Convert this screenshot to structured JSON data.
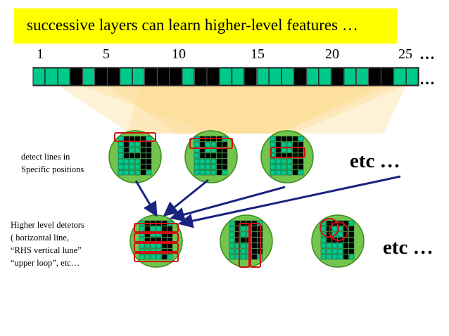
{
  "title": "successive layers can learn higher-level features …",
  "ticks": [
    "1",
    "5",
    "10",
    "15",
    "20",
    "25"
  ],
  "ellipsis": "…",
  "side_text": {
    "line1_a": "detect lines in",
    "line1_b": "Specific positions",
    "line2_a": "Higher level detetors",
    "line2_b": "( horizontal line,",
    "line2_c": "“RHS vertical lune”",
    "line2_d": "“upper loop”, etc…"
  },
  "etc_label": "etc …",
  "colors": {
    "title_bg": "#ffff00",
    "cell_on": "#00c98c",
    "cell_off": "#000000",
    "circle_fill": "#72c44d",
    "circle_edge": "#3c8c1e",
    "detector_box": "#cc1111",
    "arrow": "#1a237e",
    "fan": "#fcd98a"
  },
  "unit_strip": [
    1,
    1,
    1,
    0,
    1,
    0,
    0,
    1,
    1,
    0,
    0,
    0,
    1,
    0,
    0,
    1,
    1,
    0,
    1,
    1,
    1,
    0,
    1,
    1,
    0,
    1,
    1,
    0,
    0,
    1,
    1
  ]
}
